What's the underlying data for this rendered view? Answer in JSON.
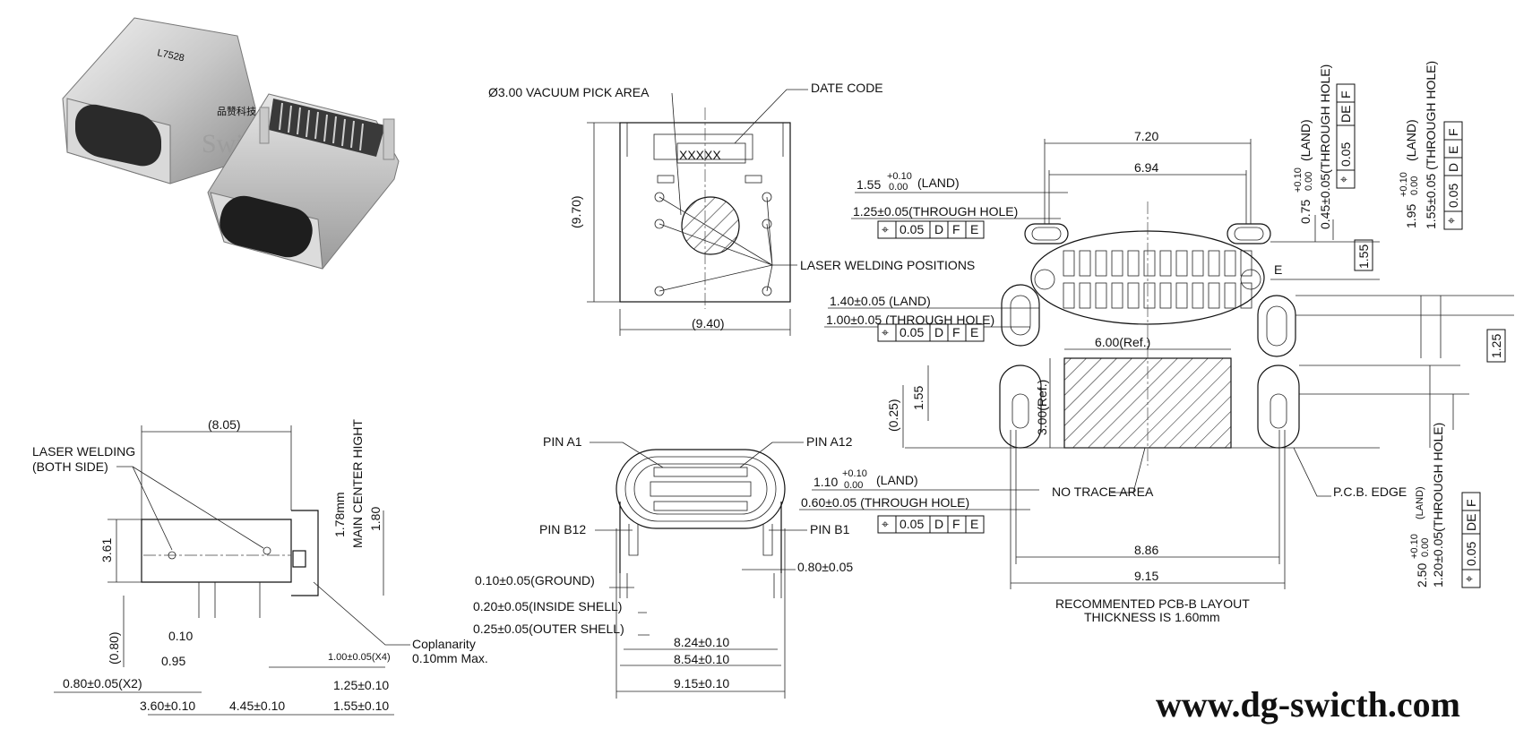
{
  "photo": {
    "part_mark": "L7528",
    "watermark_cn": "品赞科技",
    "watermark_en": "Switch"
  },
  "top_view": {
    "vacuum": "Ø3.00 VACUUM PICK AREA",
    "date_code": "DATE CODE",
    "date_code_mark": "XXXXX",
    "laser": "LASER WELDING POSITIONS",
    "height": "(9.70)",
    "width": "(9.40)"
  },
  "side_view": {
    "laser_line1": "LASER WELDING",
    "laser_line2": "(BOTH SIDE)",
    "length": "(8.05)",
    "height_361": "3.61",
    "center_line1": "1.78mm",
    "center_line2": "MAIN CENTER HIGHT",
    "dim_180": "1.80",
    "dim_080": "(0.80)",
    "dim_010": "0.10",
    "dim_095": "0.95",
    "dim_080x2": "0.80±0.05(X2)",
    "dim_360": "3.60±0.10",
    "dim_445": "4.45±0.10",
    "dim_100x4": "1.00±0.05(X4)",
    "dim_125": "1.25±0.10",
    "dim_155": "1.55±0.10",
    "coplan_line1": "Coplanarity",
    "coplan_line2": "0.10mm Max."
  },
  "front_view": {
    "pin_a1": "PIN A1",
    "pin_a12": "PIN A12",
    "pin_b12": "PIN B12",
    "pin_b1": "PIN B1",
    "ground": "0.10±0.05(GROUND)",
    "inside": "0.20±0.05(INSIDE SHELL)",
    "outer": "0.25±0.05(OUTER SHELL)",
    "dim_080": "0.80±0.05",
    "dim_824": "8.24±0.10",
    "dim_854": "8.54±0.10",
    "dim_915": "9.15±0.10"
  },
  "pcb_layout": {
    "dim_720": "7.20",
    "dim_694": "6.94",
    "land155_main": "1.55",
    "land155_sup": "+0.10",
    "land155_sub": "0.00",
    "land155_tag": "(LAND)",
    "th125": "1.25±0.05(THROUGH HOLE)",
    "land140": "1.40±0.05 (LAND)",
    "th100": "1.00±0.05 (THROUGH HOLE)",
    "land110_main": "1.10",
    "land110_sup": "+0.10",
    "land110_sub": "0.00",
    "land110_tag": "(LAND)",
    "th060": "0.60±0.05 (THROUGH HOLE)",
    "ref600": "6.00(Ref.)",
    "ref300": "3.00(Ref.)",
    "dim_155v": "1.55",
    "dim_025": "(0.25)",
    "no_trace": "NO TRACE AREA",
    "pcb_edge": "P.C.B. EDGE",
    "dim_886": "8.86",
    "dim_915": "9.15",
    "note_line1": "RECOMMENTED PCB-B LAYOUT",
    "note_line2": "THICKNESS IS 1.60mm",
    "label_e": "E",
    "r075": "0.75",
    "r075_sup": "+0.10",
    "r075_sub": "0.00",
    "r075_tag": "(LAND)",
    "r045": "0.45±0.05(THROUGH HOLE)",
    "r195": "1.95",
    "r195_sup": "+0.10",
    "r195_sub": "0.00",
    "r195_tag": "(LAND)",
    "r155th": "1.55±0.05 (THROUGH HOLE)",
    "r155": "1.55",
    "r125": "1.25",
    "r250": "2.50",
    "r250_sup": "+0.10",
    "r250_sub": "0.00",
    "r250_tag": "(LAND)",
    "r120": "1.20±0.05(THROUGH HOLE)",
    "fcf_tol": "0.05",
    "fcf_d": "D",
    "fcf_e": "E",
    "fcf_f": "F",
    "fcf_de": "DE",
    "fcf_pos": "⌖"
  },
  "website": "www.dg-swicth.com"
}
